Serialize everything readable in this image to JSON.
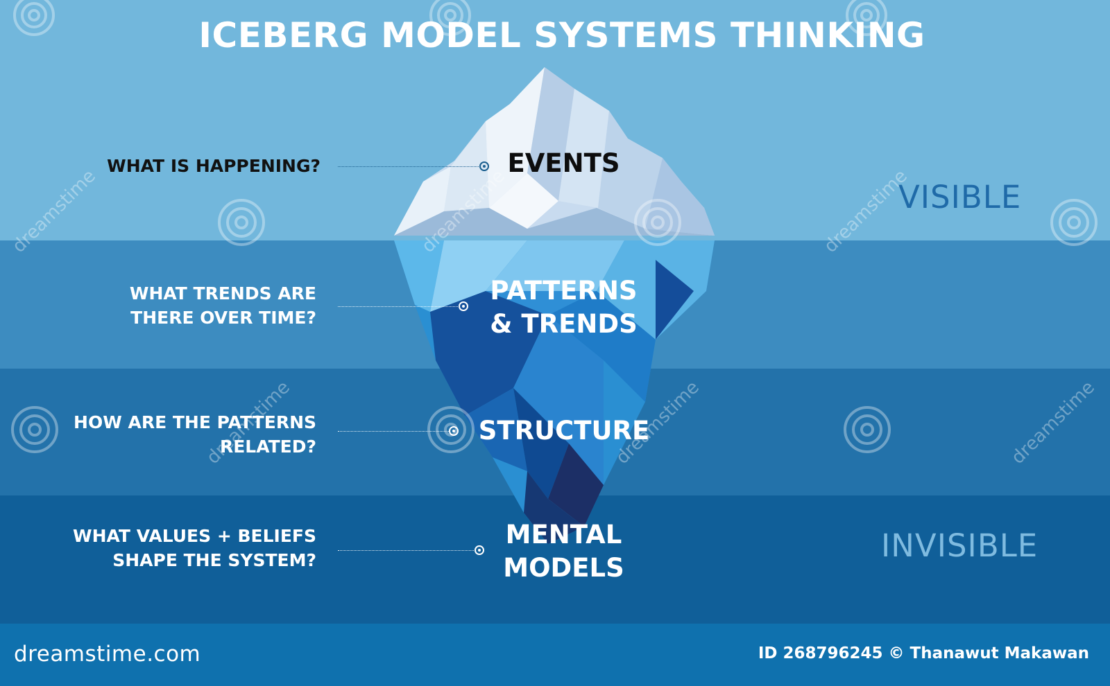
{
  "title": "ICEBERG MODEL SYSTEMS THINKING",
  "layers": [
    {
      "label": "EVENTS",
      "question": "WHAT IS HAPPENING?"
    },
    {
      "label": "PATTERNS\n& TRENDS",
      "question": "WHAT TRENDS ARE\nTHERE OVER TIME?"
    },
    {
      "label": "STRUCTURE",
      "question": "HOW ARE THE PATTERNS\nRELATED?"
    },
    {
      "label": "MENTAL\nMODELS",
      "question": "WHAT VALUES + BELIEFS\nSHAPE THE SYSTEM?"
    }
  ],
  "zones": {
    "visible": "VISIBLE",
    "invisible": "INVISIBLE"
  },
  "footer": {
    "brand": "dreamstime.com",
    "credit": "ID 268796245 © Thanawut Makawan"
  },
  "watermark_text": "dreamstime",
  "colors": {
    "sky": "#72b7dc",
    "water_1": "#3d8cc0",
    "water_2": "#2372aa",
    "water_3": "#105f99",
    "footer": "#0f71ae"
  }
}
